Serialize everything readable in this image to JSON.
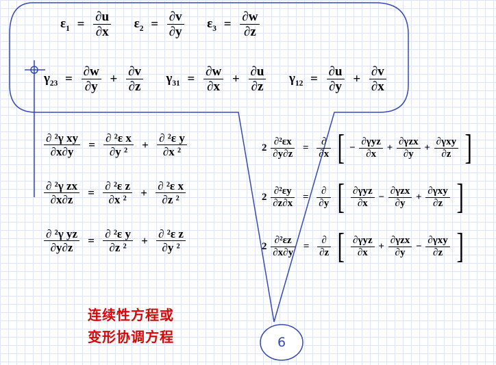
{
  "strain": {
    "eps": "ε",
    "i1": "1",
    "i2": "2",
    "i3": "3",
    "du": "∂u",
    "dv": "∂v",
    "dw": "∂w",
    "dx": "∂x",
    "dy": "∂y",
    "dz": "∂z",
    "gamma": "γ",
    "g23": "23",
    "g31": "31",
    "g12": "12",
    "eq": "=",
    "plus": "+",
    "minus": "−",
    "two": "2"
  },
  "compat": {
    "d2gxy": "∂ ²γ xy",
    "dxdy": "∂x∂y",
    "d2ex": "∂ ²ε x",
    "dy2": "∂y ²",
    "d2ey": "∂ ²ε y",
    "dx2": "∂x ²",
    "d2gzx": "∂ ²γ zx",
    "dxdz": "∂x∂z",
    "dz2": "∂z ²",
    "d2ez": "∂ ²ε z",
    "d2gyz": "∂ ²γ yz",
    "dydz": "∂y∂z",
    "d2ex_r": "∂²εx",
    "dydz_r": "∂y∂z",
    "d2ey_r": "∂²εy",
    "dzdx_r": "∂z∂x",
    "d2ez_r": "∂²εz",
    "dxdy_r": "∂x∂y",
    "dgyz": "∂γyz",
    "dgzx": "∂γzx",
    "dgxy": "∂γxy",
    "d": "∂",
    "lb": "[",
    "rb": "]"
  },
  "note": {
    "line1": "连续性方程或",
    "line2": "变形协调方程"
  },
  "page_number": "6",
  "colors": {
    "note": "#d10a0a",
    "callout": "#3549b0",
    "grid": "#dfe4f4"
  }
}
